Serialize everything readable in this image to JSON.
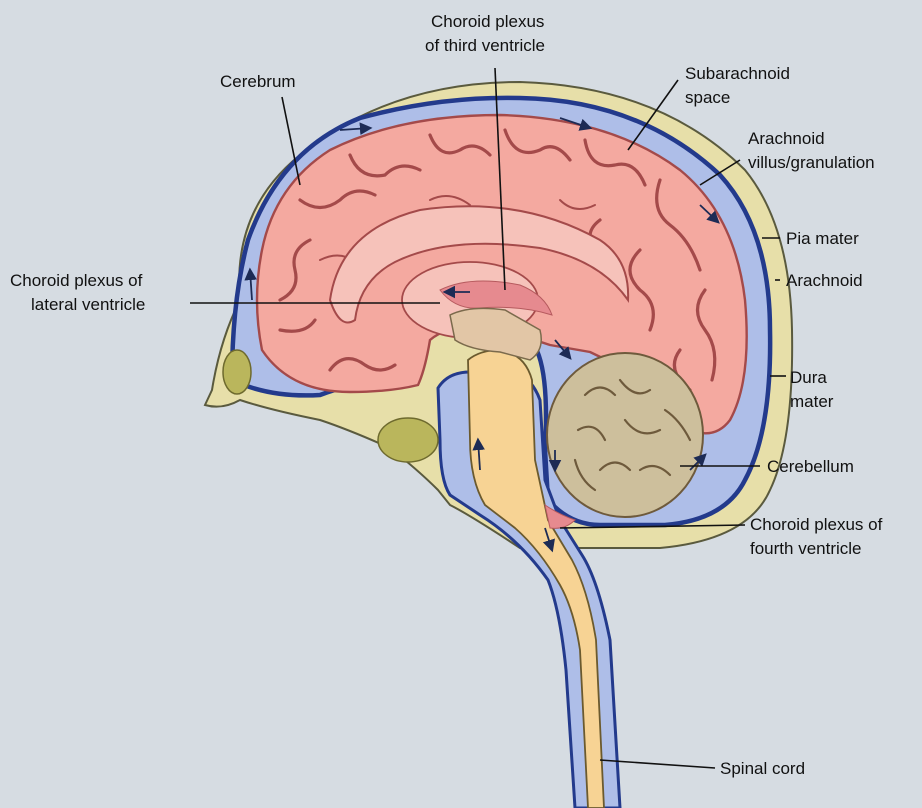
{
  "colors": {
    "background": "#d6dce2",
    "skull_bone": "#e7dfa9",
    "dura_line": "#233a8c",
    "csf_space": "#aebee8",
    "cerebrum": "#f4a9a0",
    "cerebrum_folds": "#a44a4a",
    "cerebellum": "#cdbf9c",
    "brainstem_cord": "#f7d394",
    "sinus_cavity": "#bab65c"
  },
  "icons": [
    "flow-arrow-icon"
  ],
  "labels": {
    "cerebrum": "Cerebrum",
    "choroid_third_1": "Choroid plexus",
    "choroid_third_2": "of third ventricle",
    "subarachnoid_1": "Subarachnoid",
    "subarachnoid_2": "space",
    "arachnoid_villus_1": "Arachnoid",
    "arachnoid_villus_2": "villus/granulation",
    "pia_mater": "Pia mater",
    "arachnoid": "Arachnoid",
    "choroid_lateral_1": "Choroid plexus of",
    "choroid_lateral_2": "lateral ventricle",
    "dura_1": "Dura",
    "dura_2": "mater",
    "cerebellum": "Cerebellum",
    "choroid_fourth_1": "Choroid plexus of",
    "choroid_fourth_2": "fourth ventricle",
    "spinal_cord": "Spinal cord"
  }
}
